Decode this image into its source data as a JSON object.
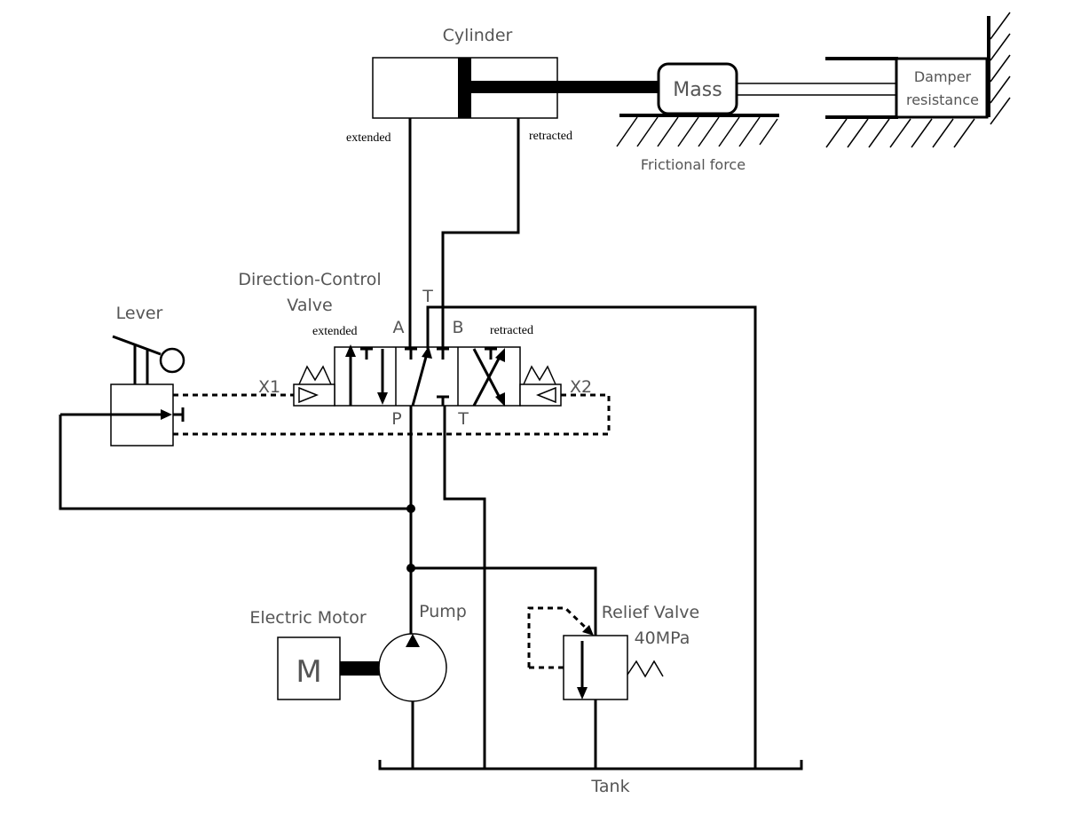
{
  "labels": {
    "cylinder": "Cylinder",
    "cyl_extended": "extended",
    "cyl_retracted": "retracted",
    "mass": "Mass",
    "damper_line1": "Damper",
    "damper_line2": "resistance",
    "frictional_force": "Frictional force",
    "dcv_line1": "Direction-Control",
    "dcv_line2": "Valve",
    "lever": "Lever",
    "port_t_top": "T",
    "port_a": "A",
    "port_b": "B",
    "port_p": "P",
    "port_t_bottom": "T",
    "valve_extended": "extended",
    "valve_retracted": "retracted",
    "x1": "X1",
    "x2": "X2",
    "electric_motor": "Electric Motor",
    "motor_letter": "M",
    "pump": "Pump",
    "relief_valve": "Relief Valve",
    "relief_pressure": "40MPa",
    "tank": "Tank"
  }
}
